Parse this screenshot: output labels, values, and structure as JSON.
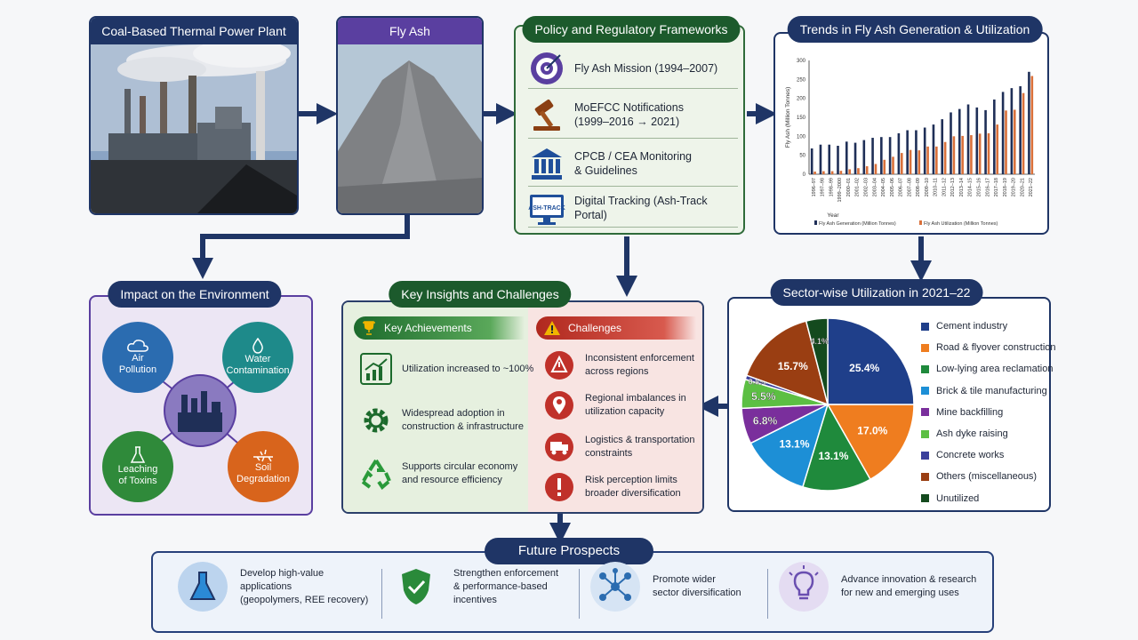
{
  "panels": {
    "coal_plant": {
      "title": "Coal-Based Thermal Power Plant"
    },
    "fly_ash": {
      "title": "Fly Ash"
    },
    "policy": {
      "title": "Policy and Regulatory Frameworks",
      "items": [
        {
          "label": "Fly Ash Mission (1994–2007)",
          "icon": "target-icon"
        },
        {
          "label": "MoEFCC Notifications\n(1999–2016 → 2021)",
          "icon": "gavel-icon"
        },
        {
          "label": "CPCB / CEA Monitoring\n& Guidelines",
          "icon": "building-icon"
        },
        {
          "label": "Digital Tracking (Ash-Track Portal)",
          "icon": "monitor-icon",
          "icon_text": "ASH-TRACK"
        }
      ]
    },
    "trends": {
      "title": "Trends in Fly Ash Generation & Utilization"
    },
    "environment": {
      "title": "Impact on the Environment",
      "items": [
        {
          "label": "Air\nPollution",
          "icon": "cloud-icon",
          "color": "#2b6cb0"
        },
        {
          "label": "Water\nContamination",
          "icon": "droplet-icon",
          "color": "#1e8a8a"
        },
        {
          "label": "Leaching\nof Toxins",
          "icon": "flask-icon",
          "color": "#2f8a3a"
        },
        {
          "label": "Soil\nDegradation",
          "icon": "cracked-soil-icon",
          "color": "#d8641c"
        }
      ]
    },
    "insights": {
      "title": "Key Insights and Challenges",
      "achievements_title": "Key Achievements",
      "achievements": [
        {
          "label": "Utilization increased to ~100%",
          "icon": "growth-chart-icon"
        },
        {
          "label": "Widespread adoption in\nconstruction & infrastructure",
          "icon": "gear-icon"
        },
        {
          "label": "Supports circular economy\n and resource efficiency",
          "icon": "recycle-icon"
        }
      ],
      "challenges_title": "Challenges",
      "challenges": [
        {
          "label": "Inconsistent enforcement\nacross regions",
          "icon": "warning-icon"
        },
        {
          "label": "Regional imbalances in\nutilization capacity",
          "icon": "location-pin-icon"
        },
        {
          "label": "Logistics & transportation\nconstraints",
          "icon": "truck-icon"
        },
        {
          "label": "Risk perception limits\nbroader diversification",
          "icon": "exclamation-icon"
        }
      ]
    },
    "sector": {
      "title": "Sector-wise Utilization in 2021–22"
    },
    "future": {
      "title": "Future Prospects",
      "items": [
        {
          "label": "Develop high-value\napplications\n(geopolymers, REE recovery)",
          "icon": "flask-icon"
        },
        {
          "label": "Strengthen enforcement\n& performance-based\nincentives",
          "icon": "shield-check-icon"
        },
        {
          "label": "Promote wider\nsector diversification",
          "icon": "network-icon"
        },
        {
          "label": "Advance innovation & research\nfor new and emerging uses",
          "icon": "lightbulb-icon"
        }
      ]
    }
  },
  "chart_data": [
    {
      "type": "bar",
      "title": "",
      "xlabel": "Year",
      "ylabel": "Fly Ash (Million Tonnes)",
      "ylim": [
        0,
        300
      ],
      "yticks": [
        0,
        50,
        100,
        150,
        200,
        250,
        300
      ],
      "grid": false,
      "legend_position": "bottom",
      "categories": [
        "1996–97",
        "1997–98",
        "1998–99",
        "1999–2000",
        "2000–01",
        "2001–02",
        "2002–03",
        "2003–04",
        "2004–05",
        "2005–06",
        "2006–07",
        "2007–08",
        "2008–09",
        "2009–10",
        "2010–11",
        "2011–12",
        "2012–13",
        "2013–14",
        "2014–15",
        "2015–16",
        "2016–17",
        "2017–18",
        "2018–19",
        "2019–20",
        "2020–21",
        "2021–22"
      ],
      "series": [
        {
          "name": "Fly Ash Generation (Million Tonnes)",
          "color": "#1f2f57",
          "values": [
            68,
            78,
            78,
            75,
            86,
            83,
            90,
            96,
            98,
            98,
            108,
            116,
            116,
            123,
            131,
            145,
            163,
            172,
            184,
            176,
            169,
            197,
            217,
            227,
            232,
            270
          ]
        },
        {
          "name": "Fly Ash Utilization (Million Tonnes)",
          "color": "#d9703a",
          "values": [
            7,
            8,
            8,
            9,
            13,
            16,
            21,
            27,
            38,
            46,
            56,
            64,
            63,
            73,
            73,
            85,
            100,
            101,
            103,
            107,
            108,
            131,
            168,
            170,
            214,
            259
          ]
        }
      ]
    },
    {
      "type": "pie",
      "title": "",
      "labels": [
        "Cement industry",
        "Road & flyover construction",
        "Low-lying area reclamation",
        "Brick & tile manufacturing",
        "Mine backfilling",
        "Ash dyke raising",
        "Concrete works",
        "Others (miscellaneous)",
        "Unutilized"
      ],
      "values": [
        25.4,
        17.0,
        13.1,
        13.1,
        6.8,
        5.5,
        0.8,
        15.7,
        4.1
      ],
      "value_labels": [
        "25.4%",
        "17.0%",
        "13.1%",
        "13.1%",
        "6.8%",
        "5.5%",
        "0.8%",
        "15.7%",
        "4.1%"
      ],
      "colors": [
        "#1f3f8a",
        "#ef7d1f",
        "#1f8a3c",
        "#1d8fd6",
        "#7a2f9c",
        "#5cbf43",
        "#3a3f9c",
        "#9a3e12",
        "#144a1e"
      ],
      "legend_position": "right"
    }
  ]
}
